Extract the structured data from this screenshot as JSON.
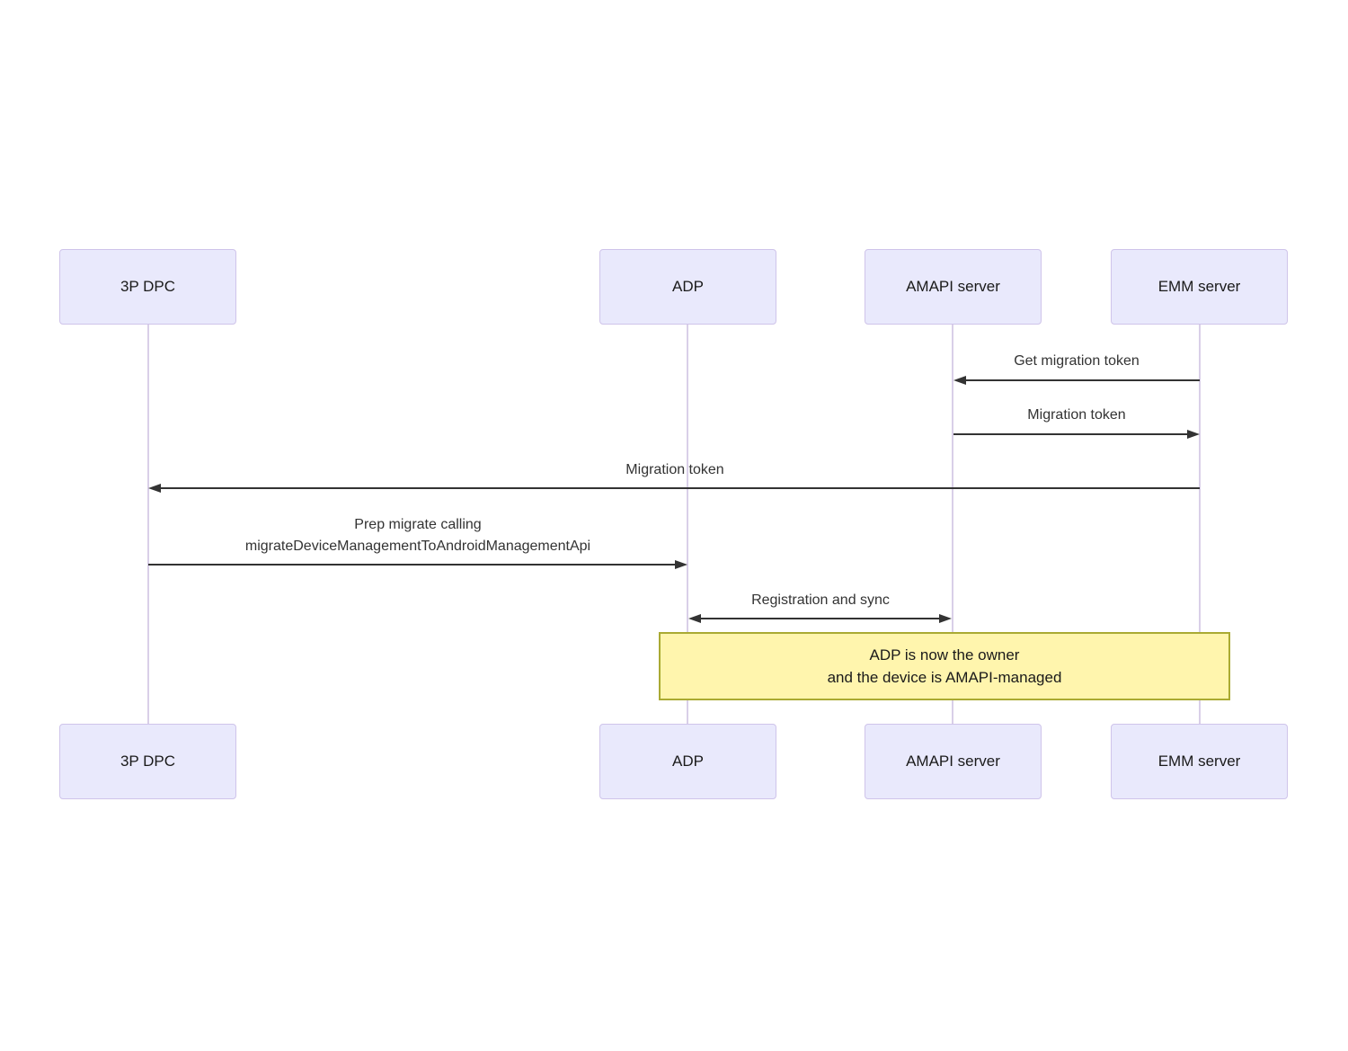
{
  "diagram": {
    "type": "sequence-diagram",
    "actors": [
      {
        "id": "3p-dpc",
        "label": "3P DPC"
      },
      {
        "id": "adp",
        "label": "ADP"
      },
      {
        "id": "amapi-server",
        "label": "AMAPI server"
      },
      {
        "id": "emm-server",
        "label": "EMM server"
      }
    ],
    "messages": [
      {
        "lines": [
          "Get migration token"
        ],
        "from": "EMM server",
        "to": "AMAPI server",
        "direction": "left",
        "bidirectional": false
      },
      {
        "lines": [
          "Migration token"
        ],
        "from": "AMAPI server",
        "to": "EMM server",
        "direction": "right",
        "bidirectional": false
      },
      {
        "lines": [
          "Migration token"
        ],
        "from": "EMM server",
        "to": "3P DPC",
        "direction": "left",
        "bidirectional": false
      },
      {
        "lines": [
          "Prep migrate calling",
          "migrateDeviceManagementToAndroidManagementApi"
        ],
        "from": "3P DPC",
        "to": "ADP",
        "direction": "right",
        "bidirectional": false
      },
      {
        "lines": [
          "Registration and sync"
        ],
        "from": "ADP",
        "to": "AMAPI server",
        "direction": "both",
        "bidirectional": true
      }
    ],
    "note": {
      "lines": [
        "ADP is now the owner",
        "and the device is AMAPI-managed"
      ],
      "over": [
        "ADP",
        "EMM server"
      ]
    },
    "colors": {
      "actor_fill": "#e9e9fc",
      "actor_border": "#cfc4ea",
      "lifeline": "#d9cfe8",
      "arrow": "#333333",
      "message_text": "#333333",
      "note_fill": "#fff5ad",
      "note_border": "#aaaa33",
      "note_text": "#1a1a1a",
      "background": "#ffffff"
    }
  }
}
